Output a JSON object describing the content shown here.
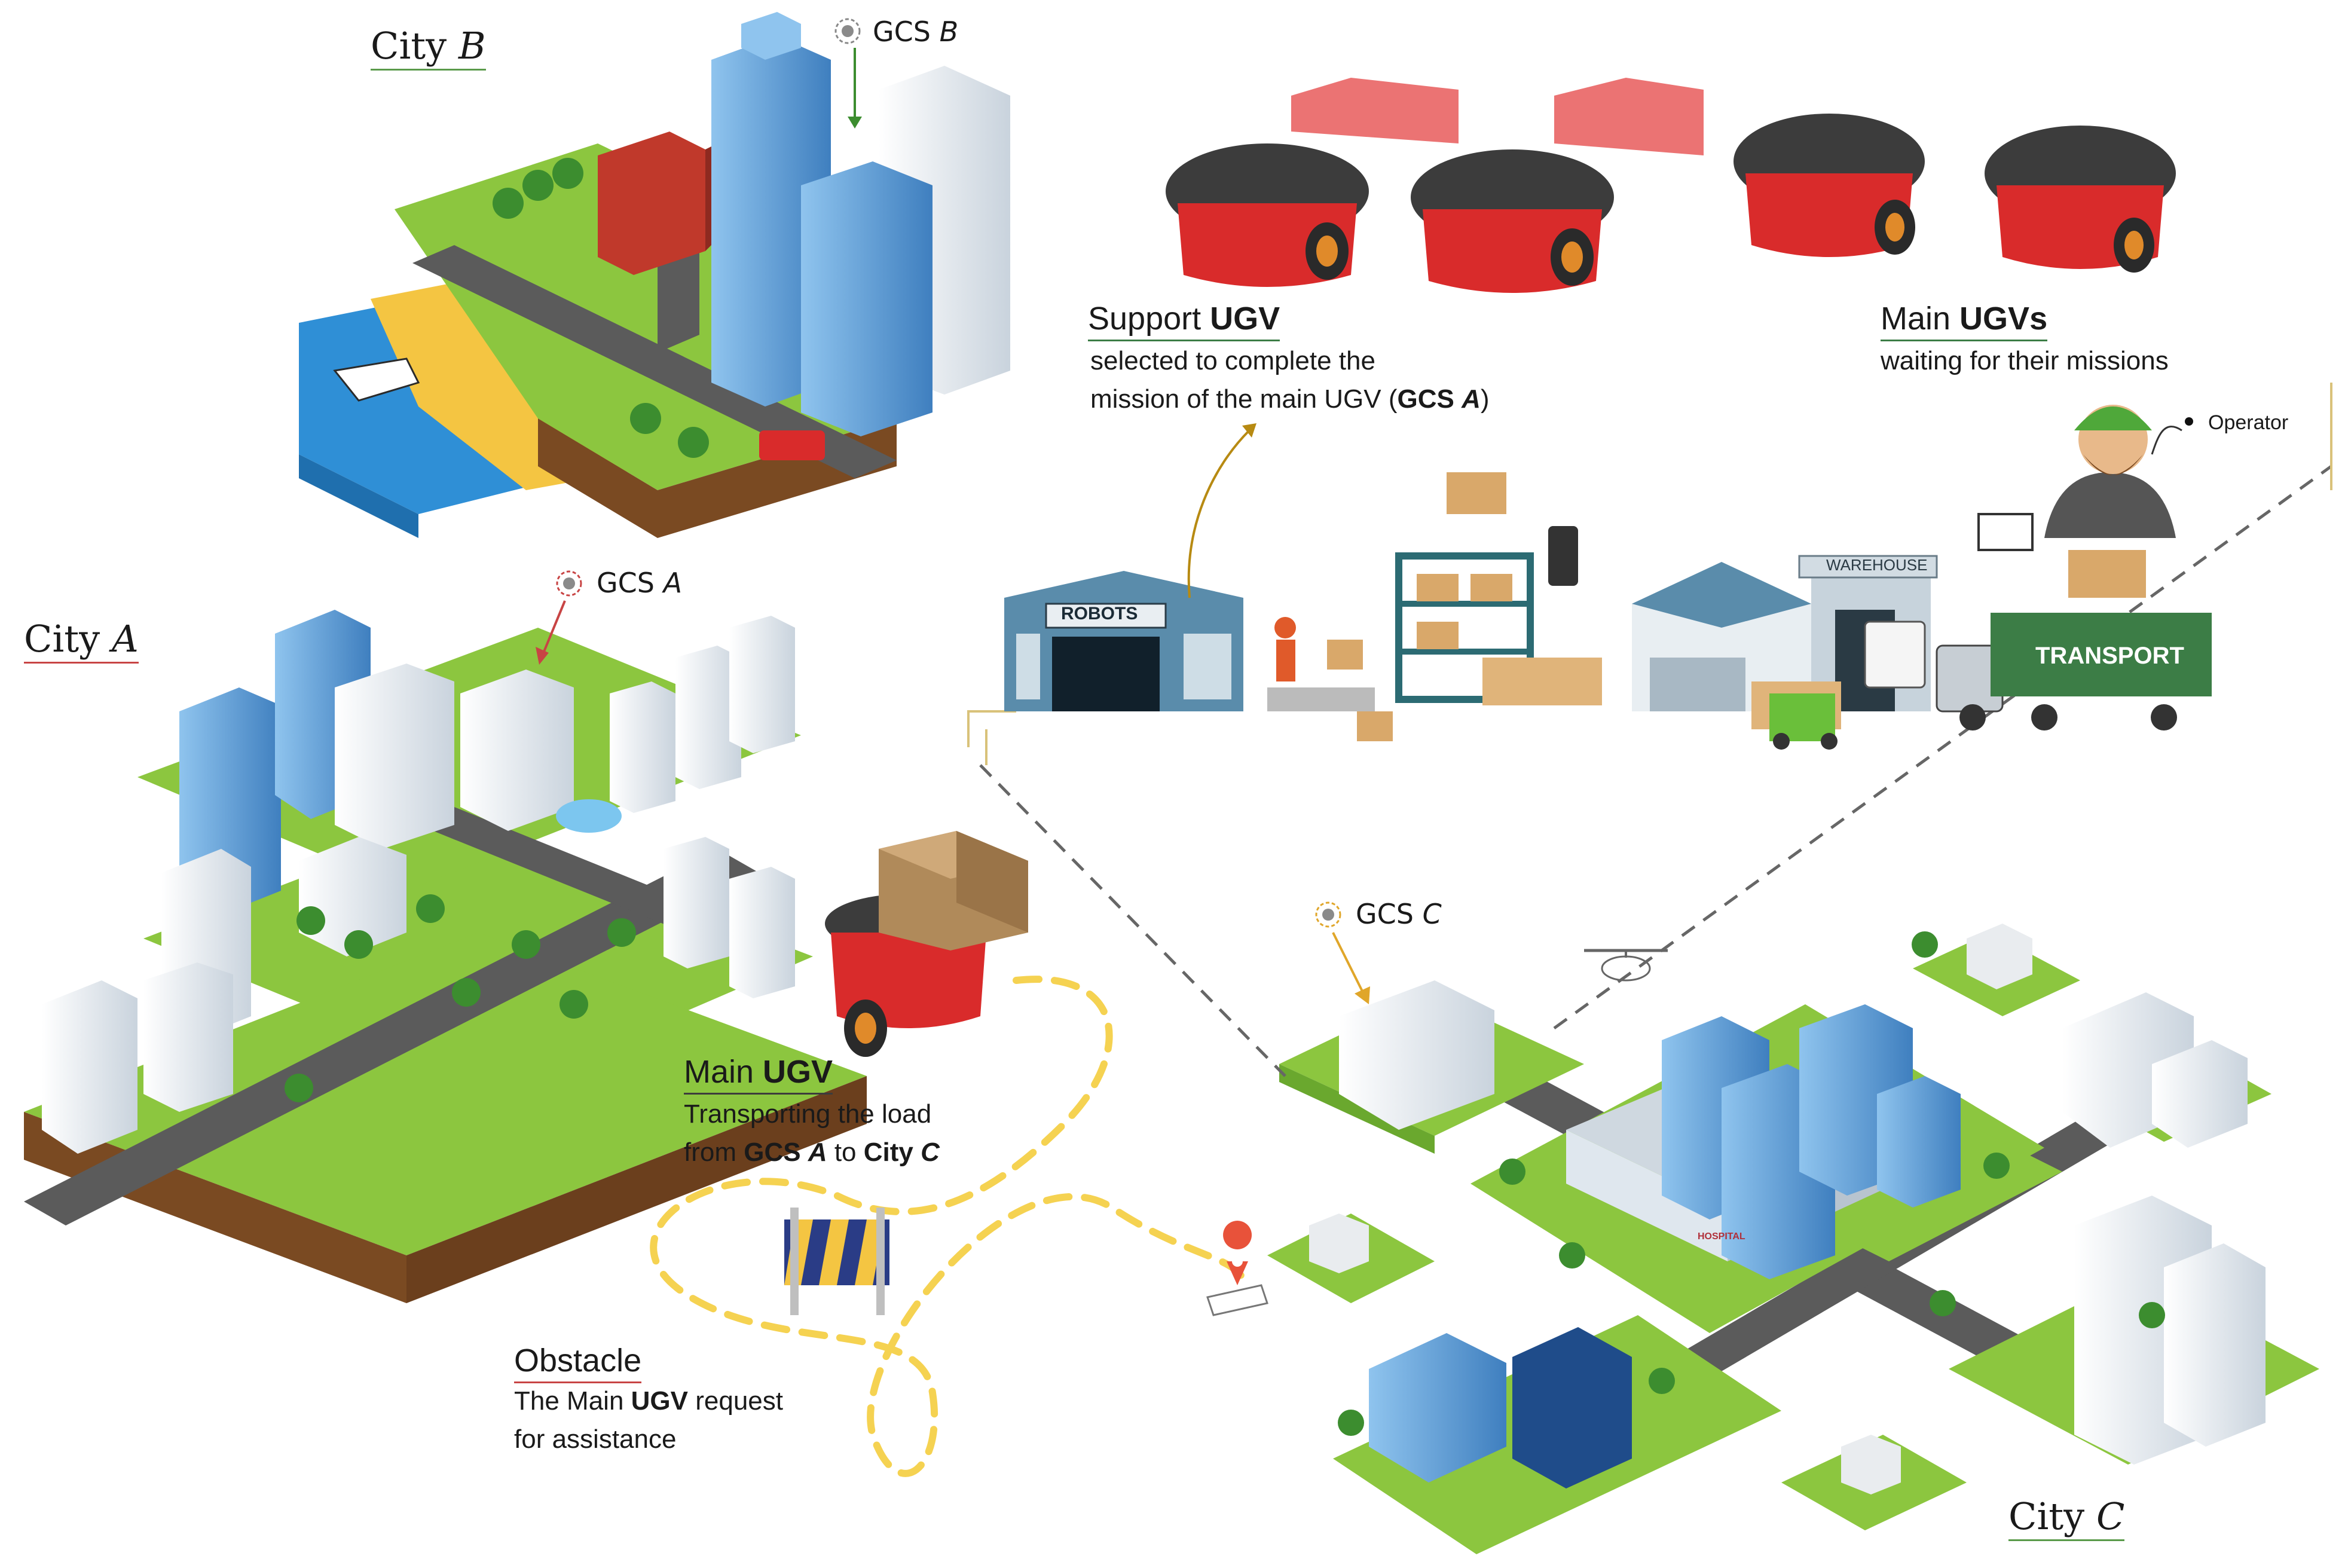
{
  "cities": {
    "b": {
      "prefix": "City",
      "letter": "B"
    },
    "a": {
      "prefix": "City",
      "letter": "A"
    },
    "c": {
      "prefix": "City",
      "letter": "C"
    }
  },
  "gcs": {
    "b": {
      "prefix": "GCS",
      "letter": "B"
    },
    "a": {
      "prefix": "GCS",
      "letter": "A"
    },
    "c": {
      "prefix": "GCS",
      "letter": "C"
    }
  },
  "support_ugv": {
    "title_pre": "Support ",
    "title_bold": "UGV",
    "line1": "selected to complete the",
    "line2_pre": "mission of the main UGV (",
    "line2_bold": "GCS ",
    "line2_italic": "A",
    "line2_post": ")"
  },
  "main_ugvs": {
    "title_pre": "Main ",
    "title_bold": "UGVs",
    "line1": "waiting for their missions"
  },
  "main_ugv": {
    "title_pre": "Main ",
    "title_bold": "UGV",
    "line1": "Transporting the load",
    "line2_pre": "from ",
    "line2_bold1": "GCS ",
    "line2_italic": "A",
    "line2_mid": " to ",
    "line2_bold2": "City ",
    "line2_italic2": "C"
  },
  "obstacle": {
    "title": "Obstacle",
    "line1_pre": "The Main ",
    "line1_bold": "UGV",
    "line1_post": " request",
    "line2": "for assistance"
  },
  "operator_label": "Operator",
  "signs": {
    "robots": "ROBOTS",
    "warehouse": "WAREHOUSE",
    "transport": "TRANSPORT",
    "hospital": "HOSPITAL"
  },
  "colors": {
    "grass": "#8cc63f",
    "grass_dark": "#6aa82e",
    "soil": "#7a4a22",
    "road": "#5b5b5b",
    "water": "#2f8fd6",
    "sand": "#f4c542",
    "robot_red": "#d92b2b",
    "robot_top": "#3c3c3c",
    "path_yellow": "#f5d251",
    "building_blue": "#4a8fcf",
    "building_white": "#eef2f6",
    "transport_green": "#3c7d46",
    "warehouse_blue": "#5a8cab",
    "underline_green": "#5a9a4a",
    "underline_red": "#c84444"
  }
}
